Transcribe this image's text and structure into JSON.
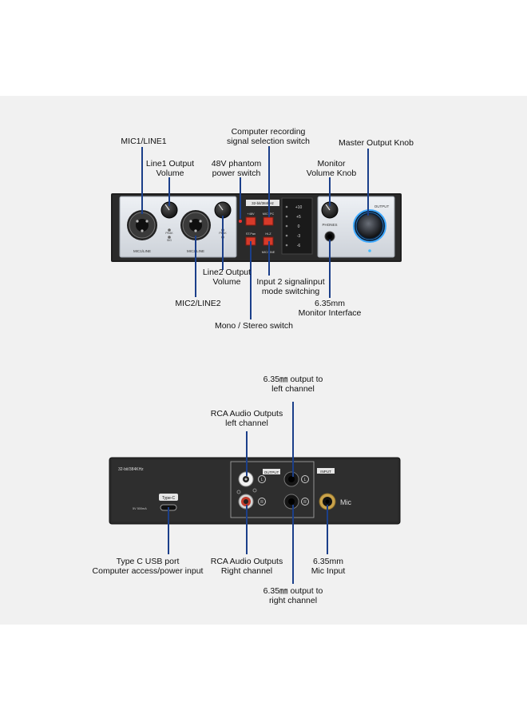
{
  "colors": {
    "background": "#f1f1f1",
    "device_body": "#2b2b2b",
    "silver_panel": "#dfe3e8",
    "callout_line": "#1b3f8a",
    "button_red": "#d63a2a",
    "led_blue": "#3fa9ff"
  },
  "front_labels": {
    "mic1": [
      "MIC1/LINE1"
    ],
    "line1_output": [
      "Line1 Output",
      "Volume"
    ],
    "phantom": [
      "48V phantom",
      "power switch"
    ],
    "recording_select": [
      "Computer recording",
      "signal selection switch"
    ],
    "monitor_knob": [
      "Monitor",
      "Volume Knob"
    ],
    "master_knob": [
      "Master Output Knob"
    ],
    "line2_output": [
      "Line2 Output",
      "Volume"
    ],
    "input2_mode": [
      "Input 2 signalinput",
      "mode switching"
    ],
    "mic2": [
      "MIC2/LINE2"
    ],
    "monitor_interface": [
      "6.35mm",
      "Monitor Interface"
    ],
    "mono_stereo": [
      "Mono / Stereo switch"
    ]
  },
  "rear_labels": {
    "left_635": [
      "6.35㎜ output to",
      "left channel"
    ],
    "rca_left": [
      "RCA Audio Outputs",
      "left channel"
    ],
    "usb": [
      "Type C USB port",
      "Computer access/power input"
    ],
    "rca_right": [
      "RCA Audio Outputs",
      "Right channel"
    ],
    "mic_input": [
      "6.35mm",
      "Mic Input"
    ],
    "right_635": [
      "6.35㎜ output to",
      "right channel"
    ]
  },
  "device_front": {
    "mic1_line": "MIC1/LINE",
    "mic2_line": "MIC2/LINE",
    "pad": "PEAK",
    "sig": "SIG",
    "spec": "32-bit/384kHz",
    "phantom_btn": "+48V",
    "mic_pc": "MIC+PC",
    "st_btn": "ST.Pan",
    "hiz_btn": "Hi-Z",
    "mic_line2": "MIC/LINE",
    "meter": [
      "+10",
      "+5",
      "0",
      "-3",
      "-6"
    ],
    "phones": "PHONES",
    "output": "OUTPUT",
    "min": "0",
    "max": "▲"
  },
  "device_rear": {
    "spec": "32-bit/384KHz",
    "type_c": "Type-C",
    "power": "5V 500mA",
    "output": "OUTPUT",
    "input": "INPUT",
    "l": "L",
    "r": "R",
    "mic": "Mic"
  }
}
